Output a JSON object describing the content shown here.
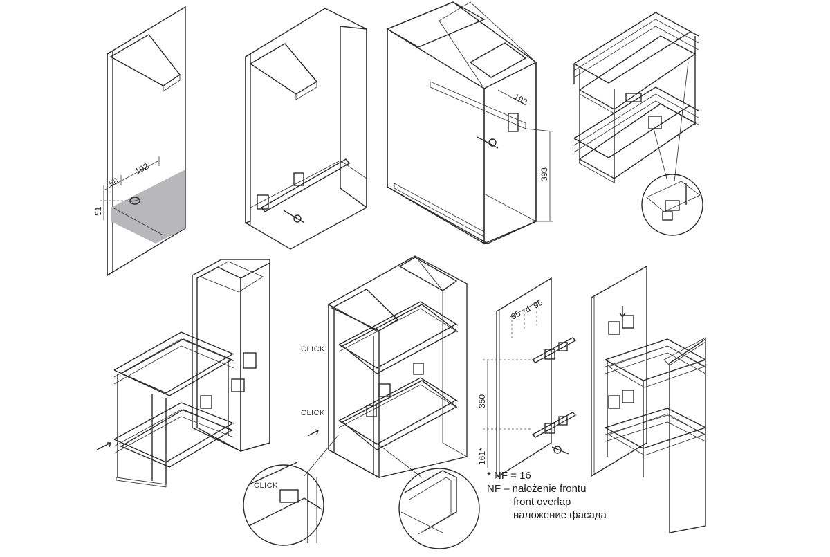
{
  "dimensions": {
    "step1_a": "192",
    "step1_b": "58",
    "step1_c": "51",
    "step3_a": "192",
    "step3_b": "393",
    "step7_a": "95",
    "step7_b": "d",
    "step7_c": "95",
    "step7_d": "350",
    "step7_e": "161*"
  },
  "labels": {
    "click_1": "CLICK",
    "click_2": "CLICK",
    "click_3": "CLICK"
  },
  "legend": {
    "line1": "* NF = 16",
    "line2": "NF – nałożenie frontu",
    "line3": "front overlap",
    "line4": "наложение фасада"
  },
  "colors": {
    "panel_light": "#c9c9cb",
    "panel_mid": "#a9a9ac",
    "panel_dark": "#6e6e72",
    "panel_edge": "#e2e2e4",
    "line": "#2a2a2a",
    "background": "#ffffff"
  }
}
